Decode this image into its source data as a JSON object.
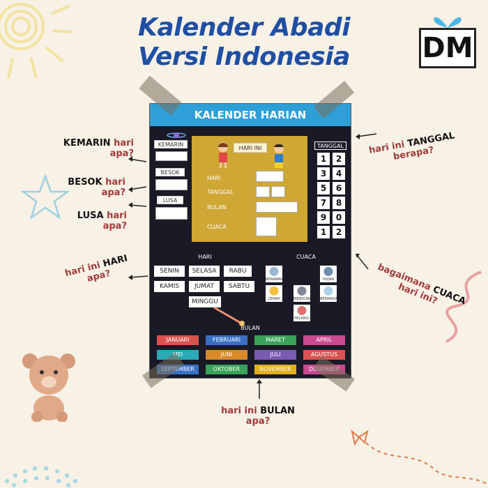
{
  "title_line1": "Kalender Abadi",
  "title_line2": "Versi Indonesia",
  "logo": "DM",
  "poster": {
    "heading": "KALENDER HARIAN",
    "left_labels": [
      "KEMARIN",
      "BESOK",
      "LUSA"
    ],
    "hari_ini": "HARI INI",
    "info_labels": [
      "HARI",
      "TANGGAL",
      "BULAN",
      "CUACA"
    ],
    "tanggal_label": "TANGGAL",
    "numbers": [
      [
        "1",
        "2"
      ],
      [
        "3",
        "4"
      ],
      [
        "5",
        "6"
      ],
      [
        "7",
        "8"
      ],
      [
        "9",
        "0"
      ],
      [
        "1",
        "2"
      ]
    ],
    "hari_label": "HARI",
    "days": [
      "SENIN",
      "SELASA",
      "RABU",
      "KAMIS",
      "JUMAT",
      "SABTU",
      "MINGGU"
    ],
    "cuaca_label": "CUACA",
    "weather": [
      "BERAWAN",
      "HUJAN",
      "CERAH",
      "MENDUNG",
      "BERANGIN",
      "PELANGI"
    ],
    "bulan_label": "BULAN",
    "months": [
      {
        "name": "JANUARI",
        "color": "#d9534f"
      },
      {
        "name": "FEBRUARI",
        "color": "#3a6fc4"
      },
      {
        "name": "MARET",
        "color": "#3aa35a"
      },
      {
        "name": "APRIL",
        "color": "#c84a8f"
      },
      {
        "name": "MEI",
        "color": "#2aa9b6"
      },
      {
        "name": "JUNI",
        "color": "#d88a2a"
      },
      {
        "name": "JULI",
        "color": "#7a5bb4"
      },
      {
        "name": "AGUSTUS",
        "color": "#d9534f"
      },
      {
        "name": "SEPTEMBER",
        "color": "#3a6fc4"
      },
      {
        "name": "OKTOBER",
        "color": "#3aa35a"
      },
      {
        "name": "NOVEMBER",
        "color": "#e0b020"
      },
      {
        "name": "DESEMBER",
        "color": "#c84a8f"
      }
    ]
  },
  "callouts": {
    "kemarin_1": "KEMARIN",
    "kemarin_2": "hari",
    "kemarin_3": "apa?",
    "besok_1": "BESOK",
    "besok_2": "hari",
    "besok_3": "apa?",
    "lusa_1": "LUSA",
    "lusa_2": "hari",
    "lusa_3": "apa?",
    "hari_1": "hari ini",
    "hari_2": "HARI",
    "hari_3": "apa?",
    "tanggal_1": "hari ini",
    "tanggal_2": "TANGGAL",
    "tanggal_3": "berapa?",
    "cuaca_1": "bagaimana",
    "cuaca_2": "CUACA",
    "cuaca_3": "hari ini?",
    "bulan_1": "hari ini",
    "bulan_2": "BULAN",
    "bulan_3": "apa?"
  },
  "colors": {
    "title": "#1f4fa3",
    "accent_text": "#a33a3a",
    "poster_header": "#2f9fd8",
    "gold_panel": "#cfa734"
  }
}
